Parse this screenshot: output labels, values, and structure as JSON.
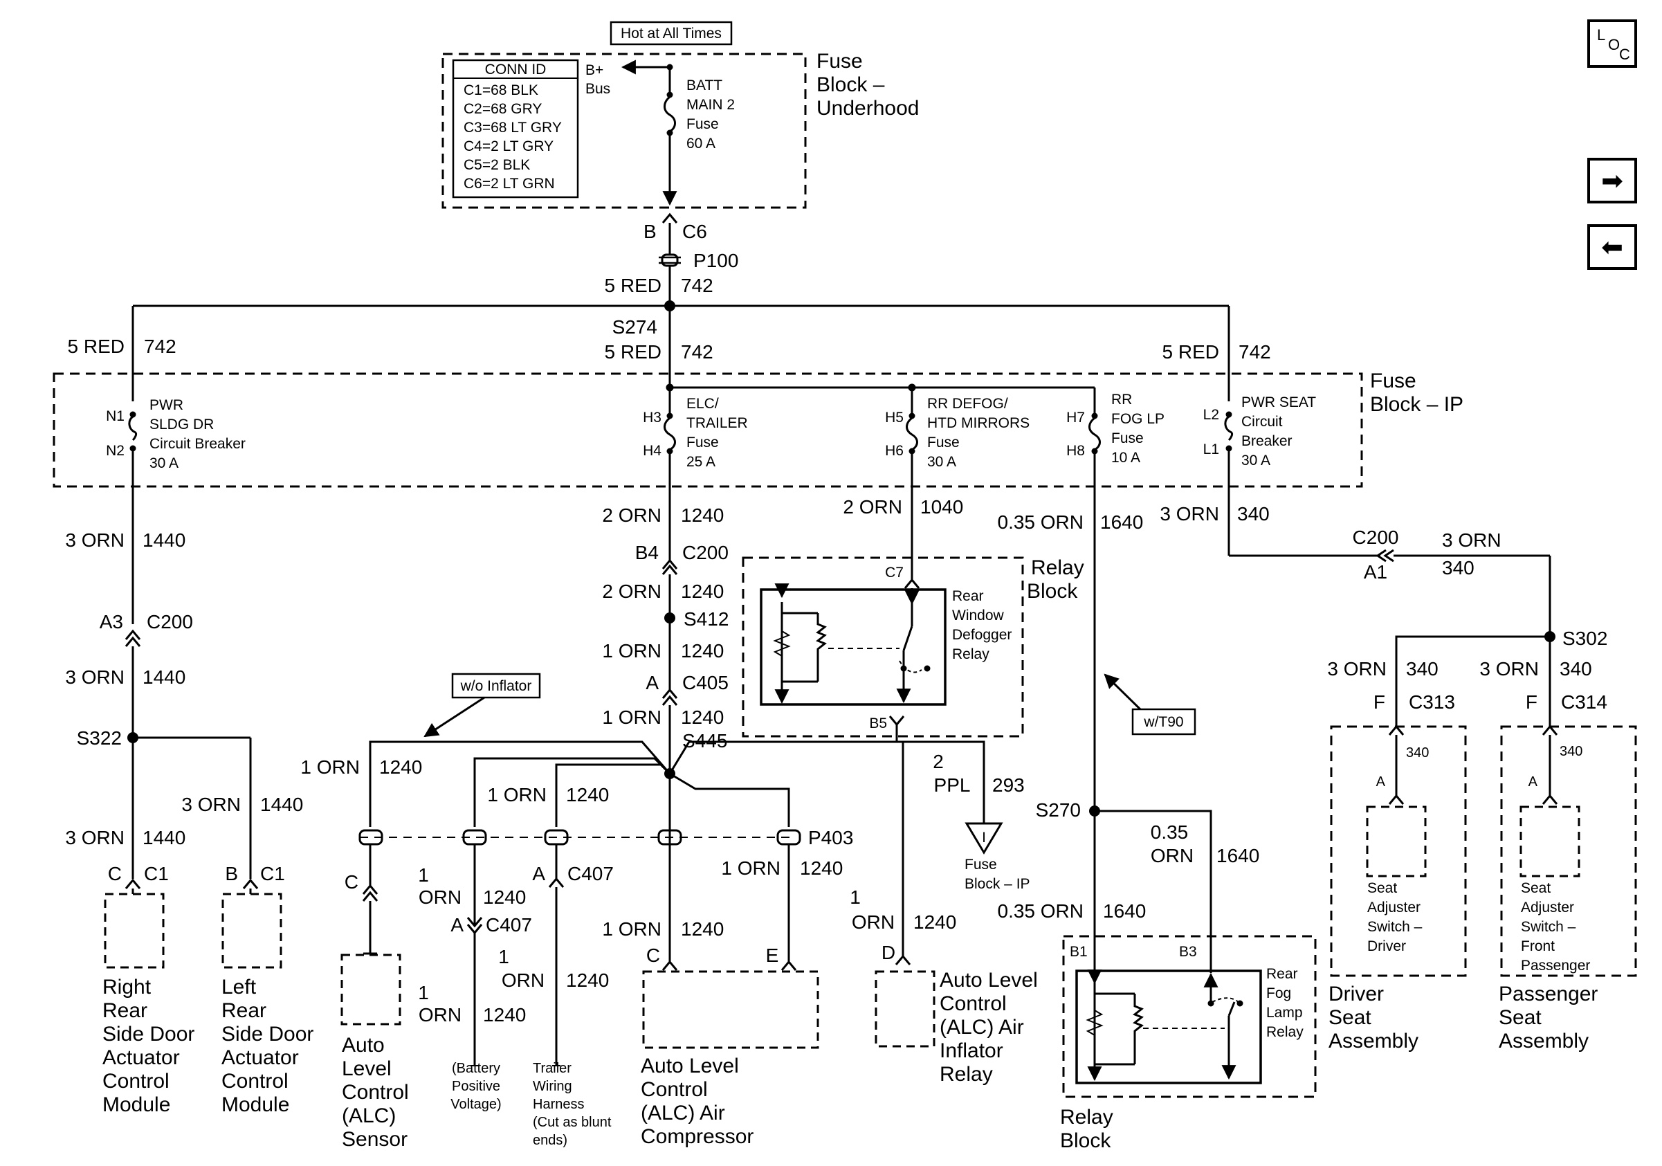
{
  "title": "Hot at All Times",
  "conn_id": {
    "header": "CONN ID",
    "rows": [
      "C1=68 BLK",
      "C2=68 GRY",
      "C3=68 LT GRY",
      "C4=2 LT GRY",
      "C5=2 BLK",
      "C6=2 LT GRN"
    ]
  },
  "underhood": {
    "bus": [
      "B+",
      "Bus"
    ],
    "fuse": [
      "BATT",
      "MAIN 2",
      "Fuse",
      "60 A"
    ],
    "block": [
      "Fuse",
      "Block –",
      "Underhood"
    ]
  },
  "main_feed": {
    "conn_b": "B",
    "conn_c6": "C6",
    "p100": "P100",
    "wire1_gauge": "5 RED",
    "wire1_circuit": "742",
    "s274": "S274",
    "wire2_gauge": "5 RED",
    "wire2_circuit": "742",
    "left_gauge": "5 RED",
    "left_circuit": "742",
    "right_gauge": "5 RED",
    "right_circuit": "742"
  },
  "fuse_ip": {
    "block": [
      "Fuse",
      "Block – IP"
    ],
    "pwr_sldg": {
      "top": "N1",
      "bottom": "N2",
      "label": [
        "PWR",
        "SLDG DR",
        "Circuit Breaker",
        "30 A"
      ]
    },
    "elc": {
      "top": "H3",
      "bottom": "H4",
      "label": [
        "ELC/",
        "TRAILER",
        "Fuse",
        "25 A"
      ]
    },
    "rr_defog": {
      "top": "H5",
      "bottom": "H6",
      "label": [
        "RR DEFOG/",
        "HTD MIRRORS",
        "Fuse",
        "30 A"
      ]
    },
    "rr_fog": {
      "top": "H7",
      "bottom": "H8",
      "label": [
        "RR",
        "FOG LP",
        "Fuse",
        "10 A"
      ]
    },
    "pwr_seat": {
      "top": "L2",
      "bottom": "L1",
      "label": [
        "PWR SEAT",
        "Circuit",
        "Breaker",
        "30 A"
      ]
    }
  },
  "left_branch": {
    "w1_gauge": "3 ORN",
    "w1_circuit": "1440",
    "conn_a3": "A3",
    "c200": "C200",
    "w2_gauge": "3 ORN",
    "w2_circuit": "1440",
    "s322": "S322",
    "w3_gauge": "3 ORN",
    "w3_circuit": "1440",
    "w4_gauge": "3 ORN",
    "w4_circuit": "1440",
    "rr_pin": "C",
    "rr_conn": "C1",
    "lr_pin": "B",
    "lr_conn": "C1",
    "right_module": [
      "Right",
      "Rear",
      "Side Door",
      "Actuator",
      "Control",
      "Module"
    ],
    "left_module": [
      "Left",
      "Rear",
      "Side Door",
      "Actuator",
      "Control",
      "Module"
    ]
  },
  "center_branch": {
    "w1_gauge": "2 ORN",
    "w1_circuit": "1240",
    "b4": "B4",
    "c200": "C200",
    "w2_gauge": "2 ORN",
    "w2_circuit": "1240",
    "s412": "S412",
    "w3_gauge": "1 ORN",
    "w3_circuit": "1240",
    "pin_a": "A",
    "c405": "C405",
    "w4_gauge": "1 ORN",
    "w4_circuit": "1240",
    "s445": "S445",
    "wo_inflator": "w/o Inflator",
    "sensor_wire_gauge": "1 ORN",
    "sensor_wire_circuit": "1240",
    "batt_wire_gauge": "1 ORN",
    "batt_wire_circuit": "1240",
    "p403": "P403",
    "sensor_pin": "C",
    "c407_pin_top": "A",
    "c407_top": "C407",
    "c407_pin_low": "A",
    "c407_low": "C407",
    "b_wire1": [
      "1",
      "ORN"
    ],
    "b_wire1_circuit": "1240",
    "b_wire2": [
      "1",
      "ORN"
    ],
    "b_wire2_circuit": "1240",
    "t_wire": [
      "1",
      "ORN"
    ],
    "t_wire_circuit": "1240",
    "comp_c_gauge": "1 ORN",
    "comp_c_circuit": "1240",
    "comp_pin_c": "C",
    "comp_e_gauge": "1 ORN",
    "comp_e_circuit": "1240",
    "comp_pin_e": "E",
    "relay_wire": [
      "1",
      "ORN"
    ],
    "relay_wire_circuit": "1240",
    "relay_pin": "D",
    "sensor": [
      "Auto",
      "Level",
      "Control",
      "(ALC)",
      "Sensor"
    ],
    "battery": [
      "(Battery",
      "Positive",
      "Voltage)"
    ],
    "trailer": [
      "Trailer",
      "Wiring",
      "Harness",
      "(Cut as blunt",
      "ends)"
    ],
    "compressor": [
      "Auto Level",
      "Control",
      "(ALC) Air",
      "Compressor"
    ],
    "inflator": [
      "Auto Level",
      "Control",
      "(ALC) Air",
      "Inflator",
      "Relay"
    ]
  },
  "defog_branch": {
    "w_gauge": "2 ORN",
    "w_circuit": "1040",
    "c7": "C7",
    "b5": "B5",
    "relay_block": [
      "Relay",
      "Block"
    ],
    "relay": [
      "Rear",
      "Window",
      "Defogger",
      "Relay"
    ],
    "out_gauge": [
      "2",
      "PPL"
    ],
    "out_circuit": "293",
    "ground": [
      "Fuse",
      "Block – IP"
    ],
    "ground_symbol": "I"
  },
  "fog_branch": {
    "w1_gauge": "0.35 ORN",
    "w1_circuit": "1640",
    "wt90": "w/T90",
    "s270": "S270",
    "w2_gauge": [
      "0.35",
      "ORN"
    ],
    "w2_circuit": "1640",
    "w3_gauge": "0.35 ORN",
    "w3_circuit": "1640",
    "b1": "B1",
    "b3": "B3",
    "relay": [
      "Rear",
      "Fog",
      "Lamp",
      "Relay"
    ],
    "relay_block": [
      "Relay",
      "Block"
    ]
  },
  "seat_branch": {
    "w1_gauge": "3 ORN",
    "w1_circuit": "340",
    "c200": "C200",
    "a1": "A1",
    "w2_gauge": "3 ORN",
    "w2_circuit": "340",
    "s302": "S302",
    "d_gauge": "3 ORN",
    "d_circuit": "340",
    "d_pin": "F",
    "d_conn": "C313",
    "p_gauge": "3 ORN",
    "p_circuit": "340",
    "p_pin": "F",
    "p_conn": "C314",
    "d_inner_circuit": "340",
    "d_inner_pin": "A",
    "p_inner_circuit": "340",
    "p_inner_pin": "A",
    "driver_switch": [
      "Seat",
      "Adjuster",
      "Switch –",
      "Driver"
    ],
    "pass_switch": [
      "Seat",
      "Adjuster",
      "Switch –",
      "Front",
      "Passenger"
    ],
    "driver_assembly": [
      "Driver",
      "Seat",
      "Assembly"
    ],
    "pass_assembly": [
      "Passenger",
      "Seat",
      "Assembly"
    ]
  },
  "nav": {
    "loc": [
      "L",
      "O",
      "C"
    ],
    "next_glyph": "➡",
    "prev_glyph": "⬅"
  },
  "icons": [
    "location-icon",
    "arrow-right-icon",
    "arrow-left-icon",
    "fuse-icon",
    "circuit-breaker-icon",
    "splice-icon",
    "connector-icon",
    "ground-icon",
    "relay-coil-icon",
    "diode-icon",
    "switch-icon"
  ]
}
